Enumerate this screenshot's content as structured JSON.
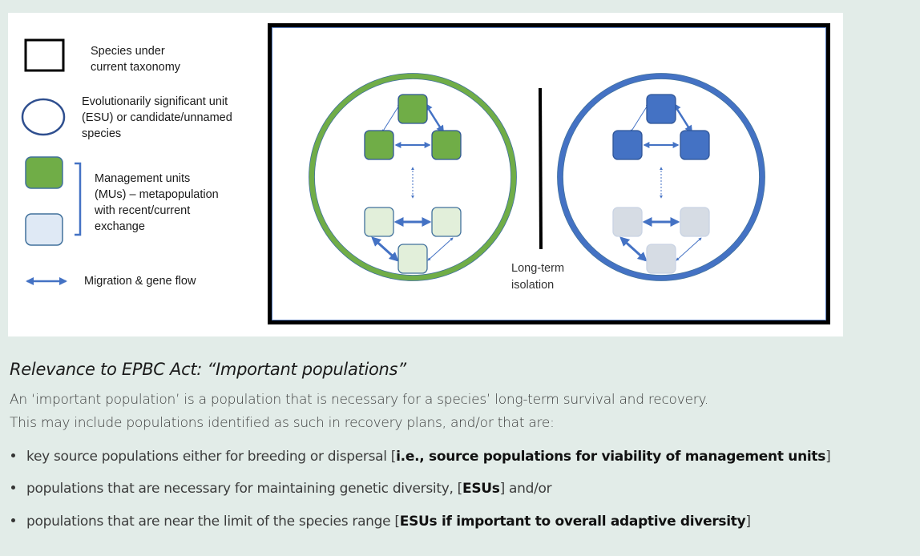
{
  "legend": {
    "species": "Species under current taxonomy",
    "species_lines": [
      "Species under",
      "current taxonomy"
    ],
    "esu_lines": [
      "Evolutionarily significant unit",
      "(ESU) or candidate/unnamed",
      "species"
    ],
    "mu_lines": [
      "Management units",
      "(MUs) – metapopulation",
      "with recent/current",
      "exchange"
    ],
    "migration": "Migration & gene flow"
  },
  "diagram": {
    "isolation_lines": [
      "Long-term",
      "isolation"
    ],
    "esus": [
      {
        "name": "left-esu",
        "ring_color": "#70ad47",
        "mu_dark": "#70ad47",
        "mu_light": "#e2efda"
      },
      {
        "name": "right-esu",
        "ring_color": "#4472c4",
        "mu_dark": "#4472c4",
        "mu_light": "#d6dce4"
      }
    ],
    "arrow_color": "#4472c4"
  },
  "text": {
    "heading": "Relevance to EPBC Act: “Important populations”",
    "para1": "An ‘important population’ is a population that is necessary for a species’ long-term survival and recovery.",
    "para2": "This may include populations identified as such in recovery plans, and/or that are:",
    "bullets": [
      {
        "plain": "key source populations either for breeding or dispersal [",
        "bold": "i.e., source populations for viability of management units",
        "end": "]"
      },
      {
        "plain": "populations that are necessary for maintaining genetic diversity, [",
        "bold": "ESUs",
        "end": "] and/or"
      },
      {
        "plain": "populations that are near the limit of the species range [",
        "bold": "ESUs if important to overall adaptive diversity",
        "end": "]"
      }
    ]
  }
}
